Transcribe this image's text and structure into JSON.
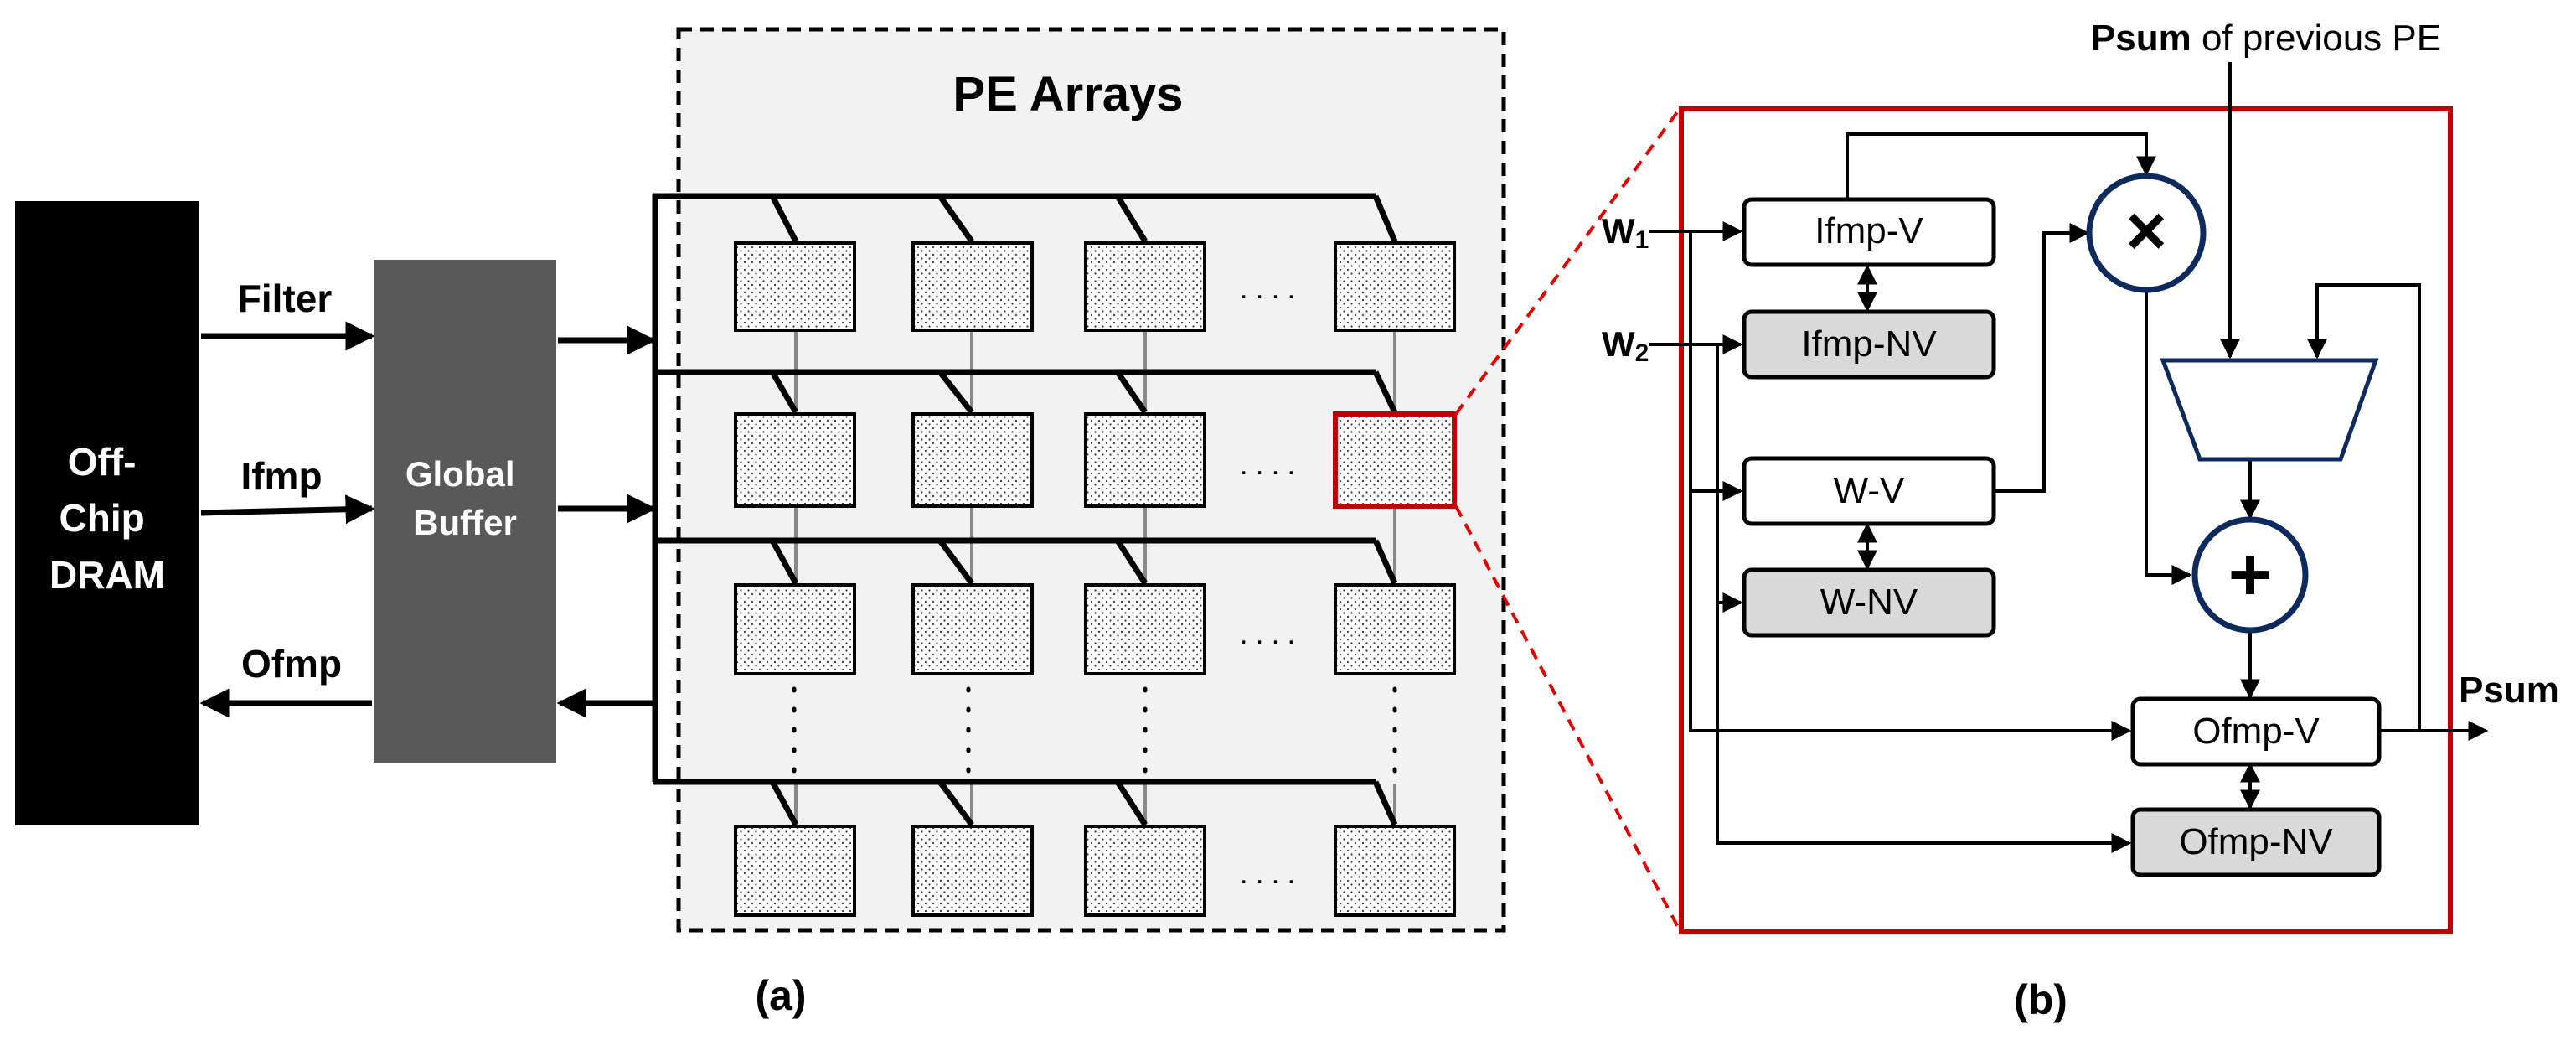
{
  "left": {
    "dram_label_lines": [
      "Off-",
      "Chip",
      "DRAM"
    ],
    "buffer_label_lines": [
      "Global",
      "Buffer"
    ],
    "filter_label": "Filter",
    "ifmp_label": "Ifmp",
    "ofmp_label": "Ofmp",
    "array_title": "PE Arrays",
    "ellipsis": ". . . .",
    "caption": "(a)"
  },
  "right": {
    "psum_prev_bold": "Psum",
    "psum_prev_rest": " of previous PE",
    "w1_main": "W",
    "w1_sub": "1",
    "w2_main": "W",
    "w2_sub": "2",
    "ifmp_v": "Ifmp-V",
    "ifmp_nv": "Ifmp-NV",
    "w_v": "W-V",
    "w_nv": "W-NV",
    "ofmp_v": "Ofmp-V",
    "ofmp_nv": "Ofmp-NV",
    "multiply_symbol": "×",
    "add_symbol": "+",
    "psum_out": "Psum",
    "caption": "(b)"
  },
  "colors": {
    "dram": "#000000",
    "buffer": "#595959",
    "array_bg": "#f2f2f2",
    "highlight": "#c00000",
    "op_circle": "#0e2a5c",
    "nv_fill": "#d9d9d9"
  }
}
